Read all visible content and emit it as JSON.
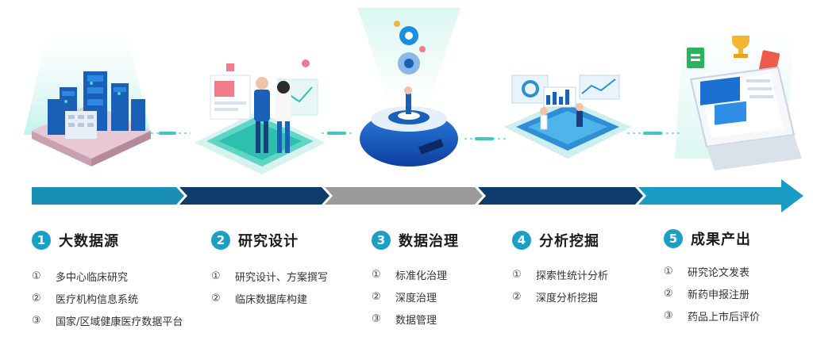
{
  "stages": [
    {
      "number": "1",
      "title": "大数据源",
      "color": "#1c9fc4",
      "items": [
        {
          "marker": "①",
          "text": "多中心临床研究"
        },
        {
          "marker": "②",
          "text": "医疗机构信息系统"
        },
        {
          "marker": "③",
          "text": "国家/区域健康医疗数据平台"
        }
      ]
    },
    {
      "number": "2",
      "title": "研究设计",
      "color": "#1c9fc4",
      "items": [
        {
          "marker": "①",
          "text": "研究设计、方案撰写"
        },
        {
          "marker": "②",
          "text": "临床数据库构建"
        }
      ]
    },
    {
      "number": "3",
      "title": "数据治理",
      "color": "#1c9fc4",
      "items": [
        {
          "marker": "①",
          "text": "标准化治理"
        },
        {
          "marker": "②",
          "text": "深度治理"
        },
        {
          "marker": "③",
          "text": "数据管理"
        }
      ]
    },
    {
      "number": "4",
      "title": "分析挖掘",
      "color": "#1c9fc4",
      "items": [
        {
          "marker": "①",
          "text": "探索性统计分析"
        },
        {
          "marker": "②",
          "text": "深度分析挖掘"
        }
      ]
    },
    {
      "number": "5",
      "title": "成果产出",
      "color": "#1c9fc4",
      "items": [
        {
          "marker": "①",
          "text": "研究论文发表"
        },
        {
          "marker": "②",
          "text": "新药申报注册"
        },
        {
          "marker": "③",
          "text": "药品上市后评价"
        }
      ]
    }
  ],
  "arrow_colors": [
    "#1a8fb5",
    "#0f3d6b",
    "#9a9a9a",
    "#0f3d6b",
    "#1a9bc4"
  ]
}
